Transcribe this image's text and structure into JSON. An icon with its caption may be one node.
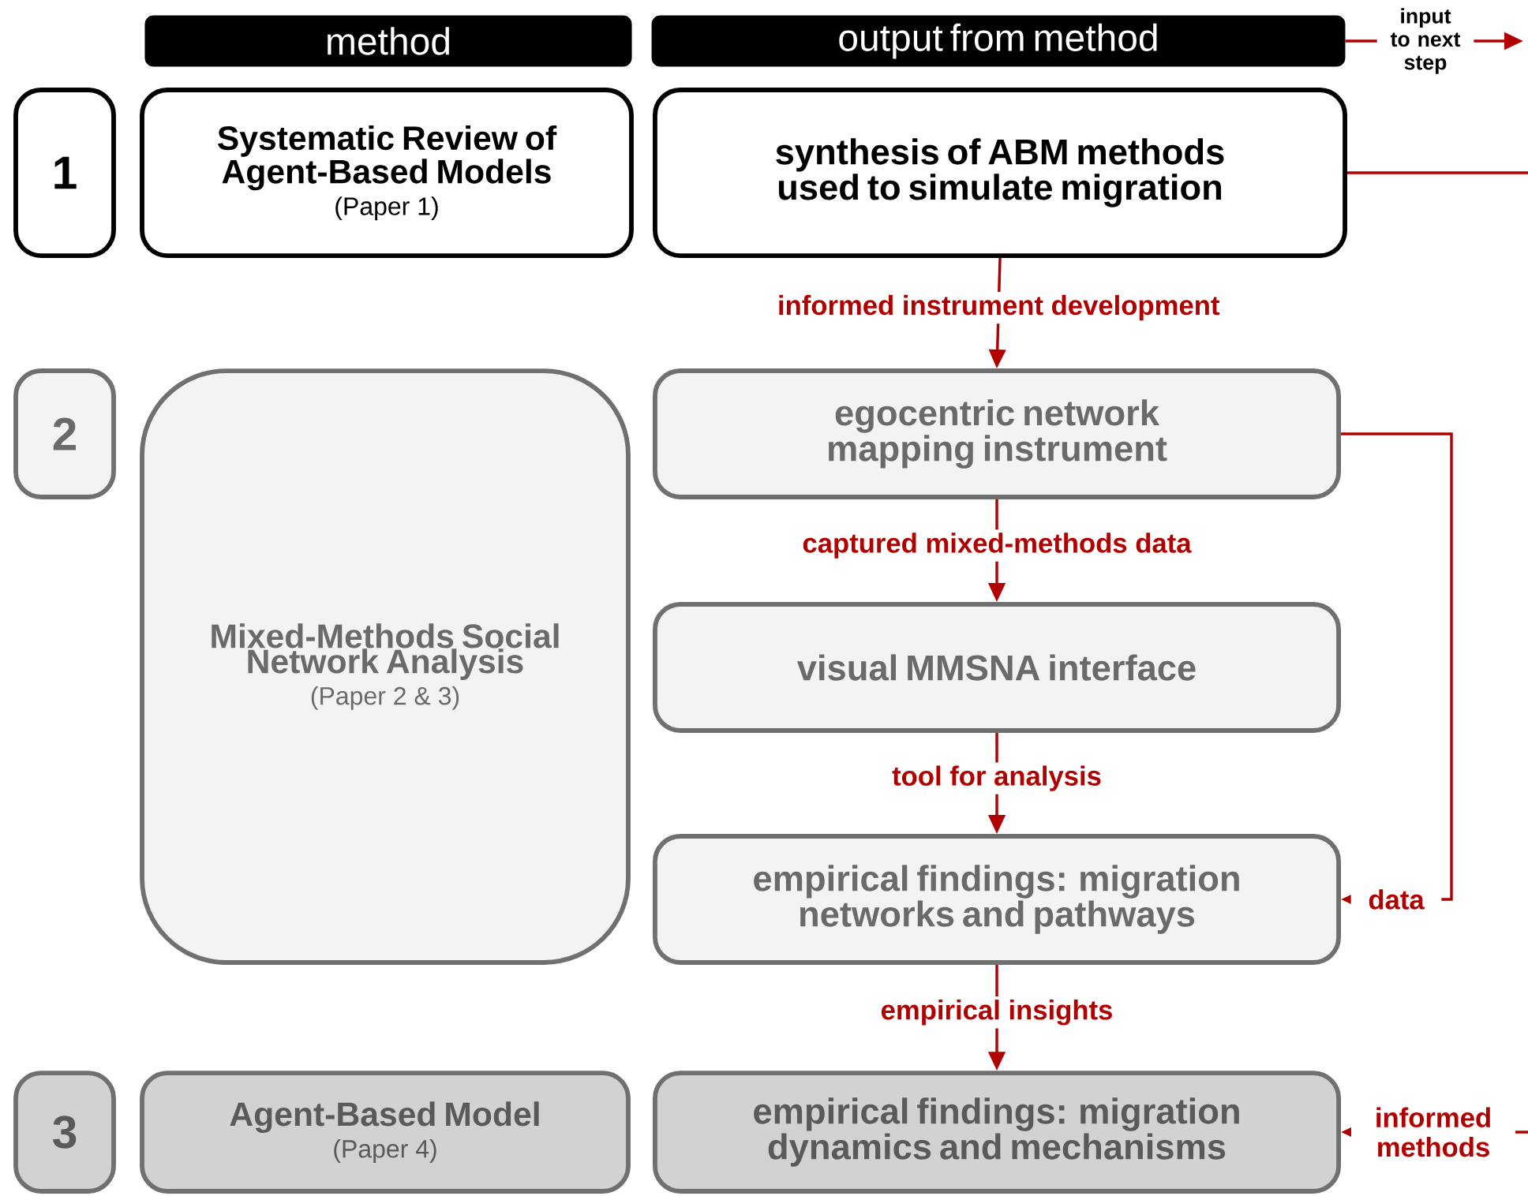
{
  "diagram": {
    "nodes": [
      {
        "text": [
          "method"
        ]
      },
      {
        "text": [
          "output from method"
        ]
      },
      {
        "text": [
          "1"
        ]
      },
      {
        "text": [
          "Systematic Review of Agent-Based Models",
          "(Paper 1)"
        ]
      },
      {
        "text": [
          "synthesis of ABM methods used to simulate migration"
        ]
      },
      {
        "text": [
          "2"
        ]
      },
      {
        "text": [
          "Mixed-Methods Social Network Analysis",
          "(Paper 2 & 3)"
        ]
      },
      {
        "text": [
          "egocentric network mapping instrument"
        ]
      },
      {
        "text": [
          "visual MMSNA interface"
        ]
      },
      {
        "text": [
          "empirical findings: migration networks and pathways"
        ]
      },
      {
        "text": [
          "3"
        ]
      },
      {
        "text": [
          "Agent-Based Model",
          "(Paper 4)"
        ]
      },
      {
        "text": [
          "empirical findings: migration dynamics and mechanisms"
        ]
      }
    ],
    "edges": [
      {
        "from": 4,
        "to": 7,
        "arrow": "to",
        "label": "informed instrument development"
      },
      {
        "from": 7,
        "to": 8,
        "arrow": "to",
        "label": "captured mixed-methods data"
      },
      {
        "from": 8,
        "to": 9,
        "arrow": "to",
        "label": "tool for analysis"
      },
      {
        "from": 7,
        "to": 9,
        "arrow": "to",
        "label": "data"
      },
      {
        "from": 9,
        "to": 12,
        "arrow": "to",
        "label": "empirical insights"
      },
      {
        "from": 4,
        "to": 12,
        "arrow": "to",
        "label": "informed methods"
      },
      {
        "from": 1,
        "to": null,
        "arrow": "to",
        "label": "input to next step"
      }
    ]
  }
}
